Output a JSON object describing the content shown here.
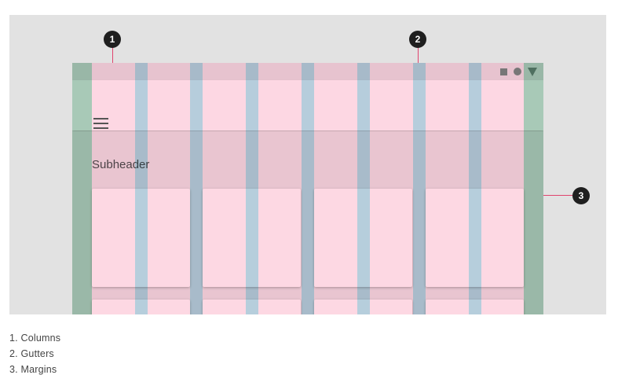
{
  "device": {
    "subheader": "Subheader"
  },
  "callouts": [
    "1",
    "2",
    "3"
  ],
  "legend": {
    "items": [
      "1. Columns",
      "2. Gutters",
      "3. Margins"
    ]
  },
  "colors": {
    "background": "#e2e2e2",
    "columns": "#fdd7e3",
    "gutters": "#b0f2f8",
    "margins": "#a9efce",
    "callout": "#1f1f1f",
    "callout_line": "#e0446e"
  },
  "icons": [
    "menu-icon",
    "stop-icon",
    "circle-icon",
    "signal-icon"
  ]
}
